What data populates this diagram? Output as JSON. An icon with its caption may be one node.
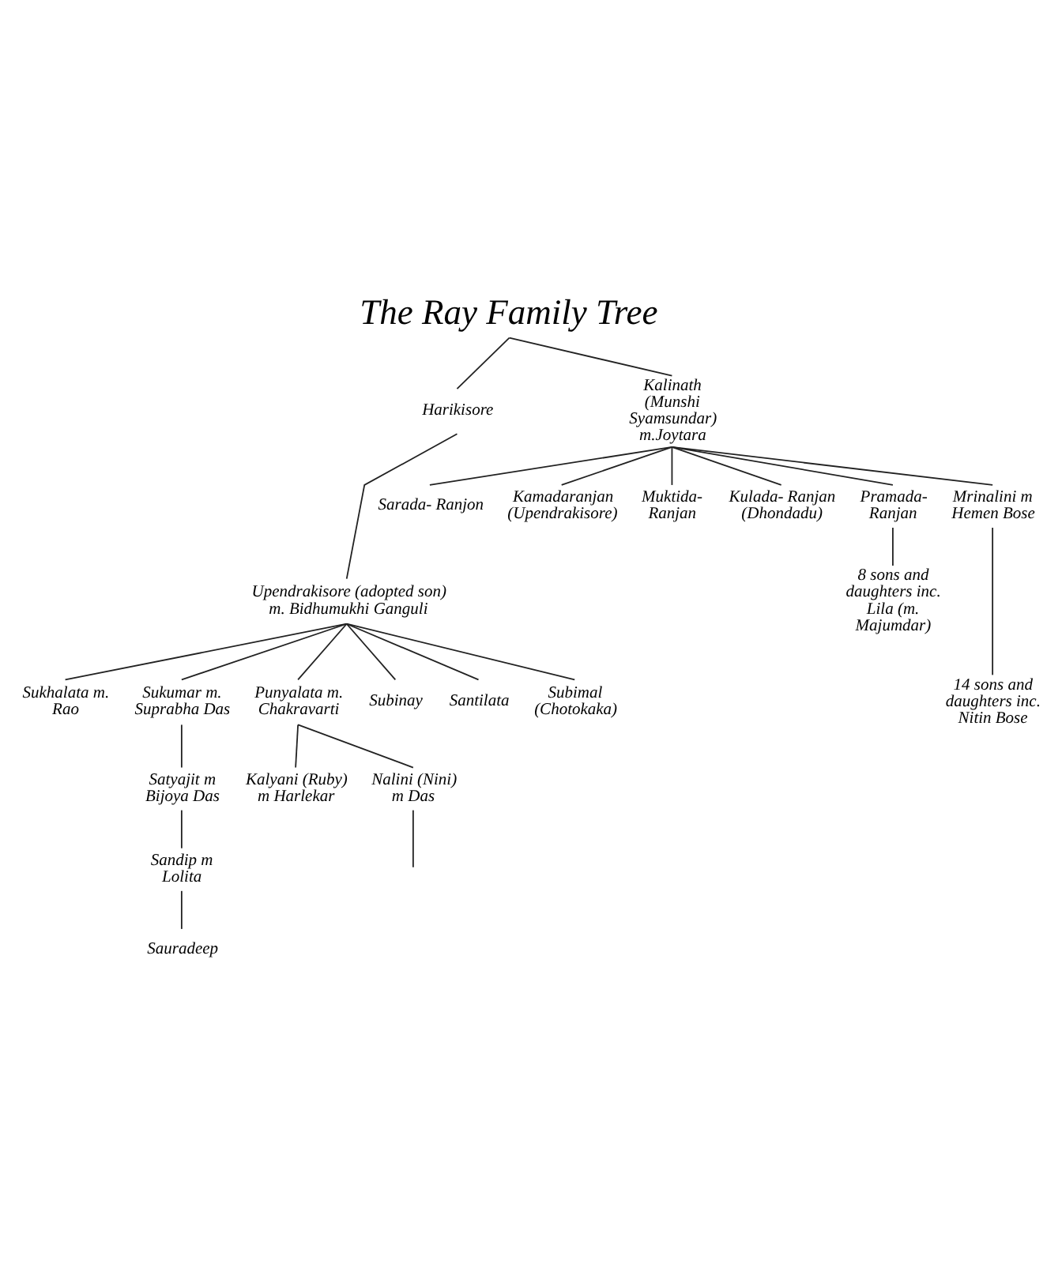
{
  "diagram": {
    "nodes": [
      {
        "text": [
          "The Ray Family Tree"
        ]
      },
      {
        "text": [
          "Harikisore"
        ]
      },
      {
        "text": [
          "Kalinath (Munshi Syamsundar) m.Joytara"
        ]
      },
      {
        "text": [
          "Sarada- Ranjon"
        ]
      },
      {
        "text": [
          "Kamadaranjan (Upendrakisore)"
        ]
      },
      {
        "text": [
          "Muktida- Ranjan"
        ]
      },
      {
        "text": [
          "Kulada- Ranjan (Dhondadu)"
        ]
      },
      {
        "text": [
          "Pramada- Ranjan"
        ]
      },
      {
        "text": [
          "Mrinalini m Hemen Bose"
        ]
      },
      {
        "text": [
          "8 sons and daughters inc. Lila (m. Majumdar)"
        ]
      },
      {
        "text": [
          "Upendrakisore (adopted son) m. Bidhumukhi Ganguli"
        ]
      },
      {
        "text": [
          "14 sons and daughters inc. Nitin Bose"
        ]
      },
      {
        "text": [
          "Sukhalata m. Rao"
        ]
      },
      {
        "text": [
          "Sukumar m. Suprabha Das"
        ]
      },
      {
        "text": [
          "Punyalata m. Chakravarti"
        ]
      },
      {
        "text": [
          "Subinay"
        ]
      },
      {
        "text": [
          "Santilata"
        ]
      },
      {
        "text": [
          "Subimal (Chotokaka)"
        ]
      },
      {
        "text": [
          "Satyajit m Bijoya Das"
        ]
      },
      {
        "text": [
          "Kalyani (Ruby) m Harlekar"
        ]
      },
      {
        "text": [
          "Nalini (Nini) m Das"
        ]
      },
      {
        "text": [
          "Sandip m Lolita"
        ]
      },
      {
        "text": [
          "Sauradeep"
        ]
      }
    ],
    "edges": [
      {
        "from": 0,
        "to": 1,
        "arrow": "none"
      },
      {
        "from": 0,
        "to": 2,
        "arrow": "none"
      },
      {
        "from": 2,
        "to": 3,
        "arrow": "none"
      },
      {
        "from": 2,
        "to": 4,
        "arrow": "none"
      },
      {
        "from": 2,
        "to": 5,
        "arrow": "none"
      },
      {
        "from": 2,
        "to": 6,
        "arrow": "none"
      },
      {
        "from": 2,
        "to": 7,
        "arrow": "none"
      },
      {
        "from": 2,
        "to": 8,
        "arrow": "none"
      },
      {
        "from": 7,
        "to": 9,
        "arrow": "none"
      },
      {
        "from": 1,
        "to": 10,
        "arrow": "none"
      },
      {
        "from": 8,
        "to": 11,
        "arrow": "none"
      },
      {
        "from": 10,
        "to": 12,
        "arrow": "none"
      },
      {
        "from": 10,
        "to": 13,
        "arrow": "none"
      },
      {
        "from": 10,
        "to": 14,
        "arrow": "none"
      },
      {
        "from": 10,
        "to": 15,
        "arrow": "none"
      },
      {
        "from": 10,
        "to": 16,
        "arrow": "none"
      },
      {
        "from": 10,
        "to": 17,
        "arrow": "none"
      },
      {
        "from": 13,
        "to": 18,
        "arrow": "none"
      },
      {
        "from": 14,
        "to": 19,
        "arrow": "none"
      },
      {
        "from": 14,
        "to": 20,
        "arrow": "none"
      },
      {
        "from": 18,
        "to": 21,
        "arrow": "none"
      },
      {
        "from": 21,
        "to": 22,
        "arrow": "none"
      },
      {
        "from": 20,
        "to": null,
        "arrow": "none"
      }
    ]
  }
}
